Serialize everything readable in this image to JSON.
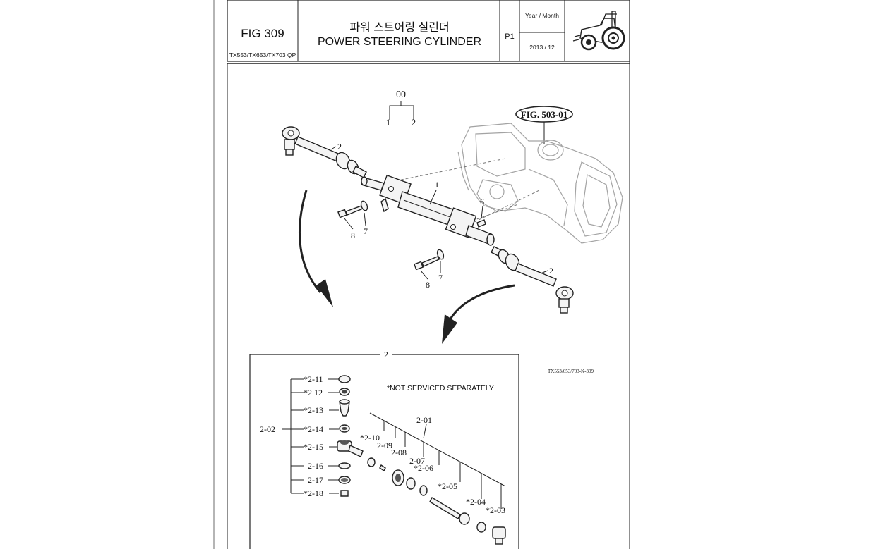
{
  "header": {
    "fig_no": "FIG 309",
    "models": "TX553/TX653/TX703 QP",
    "title_ko": "파워 스트어링 실린더",
    "title_en": "POWER STEERING CYLINDER",
    "page": "P1",
    "year_month_label": "Year / Month",
    "year_month_value": "2013 / 12",
    "logo_icon": "tractor-icon"
  },
  "callouts": {
    "assembly": "00",
    "asm_left": "1",
    "asm_right": "2",
    "fig_ref": "FIG. 503-01",
    "cylinder": "1",
    "tie_rod_left": "2",
    "tie_rod_right": "2",
    "pin": "6",
    "bolt_a": "8",
    "washer_a": "7",
    "bolt_b": "8",
    "washer_b": "7",
    "detail_box": "2"
  },
  "detail": {
    "drawing_code": "TX553/653/703-K-309",
    "note": "*NOT SERVICED SEPARATELY",
    "sub_assembly": "2-01",
    "group": "2-02",
    "left_parts": [
      "*2-11",
      "*2 12",
      "*2-13",
      "*2-14",
      "*2-15",
      "2-16",
      "2-17",
      "*2-18"
    ],
    "right_parts": [
      "*2-10",
      "2-09",
      "2-08",
      "2-07",
      "*2-06",
      "*2-05",
      "*2-04",
      "*2-03"
    ]
  }
}
